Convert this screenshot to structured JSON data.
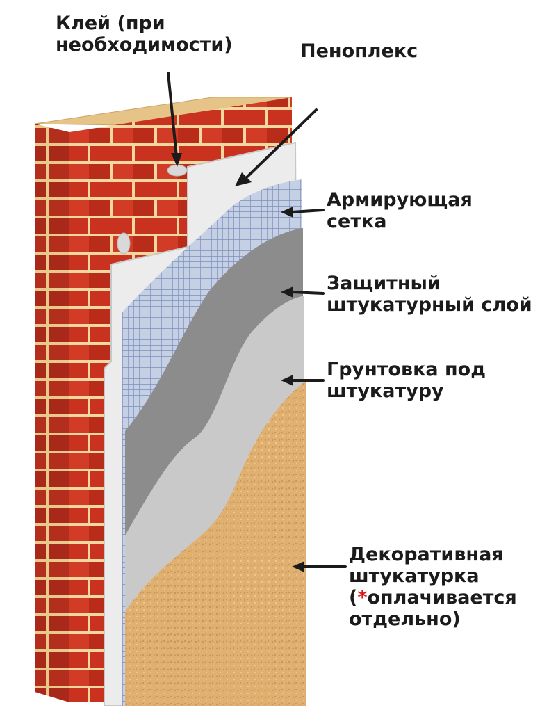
{
  "labels": {
    "glue": {
      "line1": "Клей (при",
      "line2": "необходимости)"
    },
    "penoplex": {
      "line1": "Пеноплекс"
    },
    "mesh": {
      "line1": "Армирующая",
      "line2": "сетка"
    },
    "protective_plaster": {
      "line1": "Защитный",
      "line2": "штукатурный слой"
    },
    "primer": {
      "line1": "Грунтовка под",
      "line2": "штукатуру"
    },
    "decorative_plaster": {
      "line1": "Декоративная",
      "line2": "штукатурка",
      "line3_open": "(",
      "line3_asterisk": "*",
      "line3_rest": "оплачивается",
      "line4": "отдельно)"
    }
  },
  "colors": {
    "brick": "#c8321f",
    "mortar": "#f2d8a0",
    "insulation": "#ececec",
    "mesh": "#9aaed4",
    "protective_layer": "#8c8c8c",
    "primer_layer": "#c9c9c9",
    "decorative_layer": "#e0b071",
    "arrow": "#1b1b1b",
    "asterisk": "#d7191c"
  }
}
